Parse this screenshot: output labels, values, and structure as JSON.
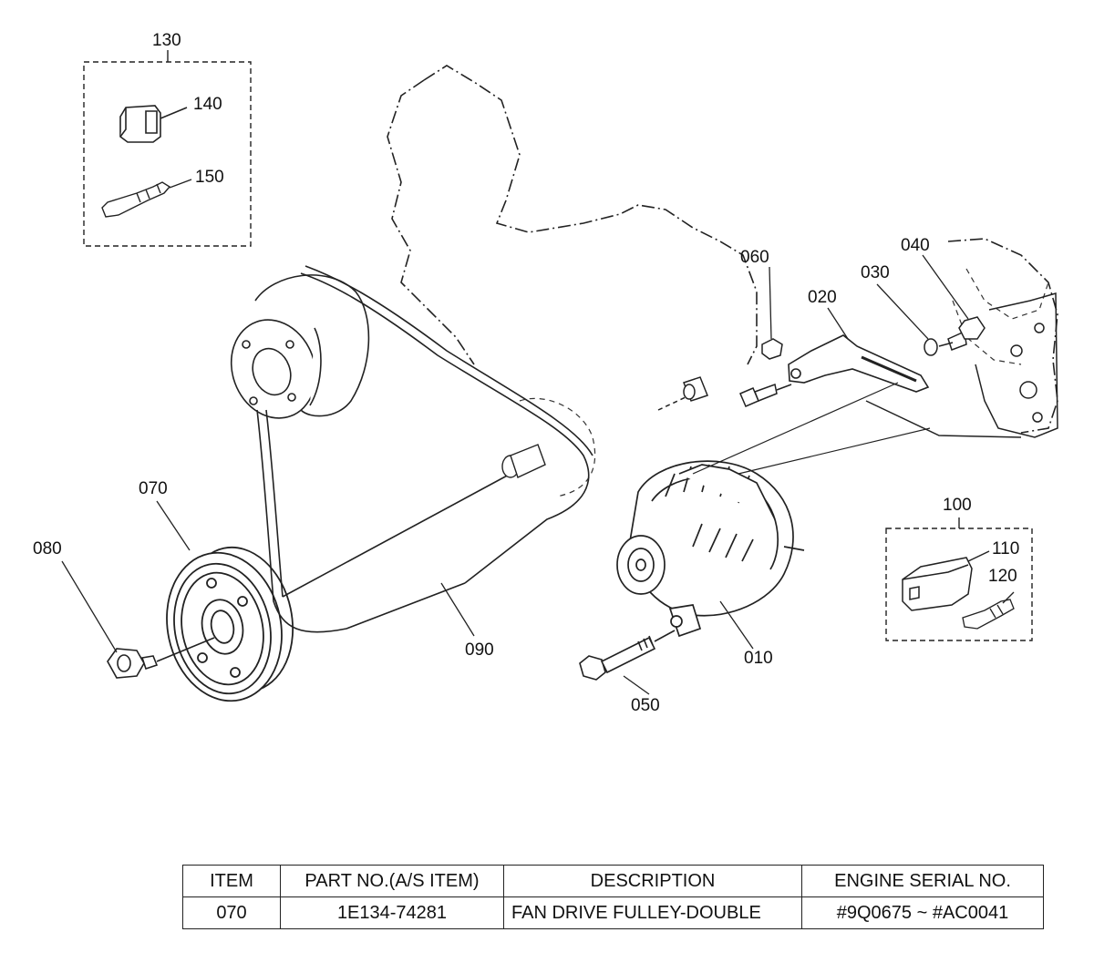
{
  "callouts": {
    "c130": "130",
    "c140": "140",
    "c150": "150",
    "c060": "060",
    "c040": "040",
    "c030": "030",
    "c020": "020",
    "c070": "070",
    "c080": "080",
    "c090": "090",
    "c010": "010",
    "c050": "050",
    "c100": "100",
    "c110": "110",
    "c120": "120"
  },
  "parts_table": {
    "headers": [
      "ITEM",
      "PART NO.(A/S ITEM)",
      "DESCRIPTION",
      "ENGINE SERIAL NO."
    ],
    "rows": [
      [
        "070",
        "1E134-74281",
        "FAN DRIVE FULLEY-DOUBLE",
        "#9Q0675 ~ #AC0041"
      ]
    ]
  }
}
